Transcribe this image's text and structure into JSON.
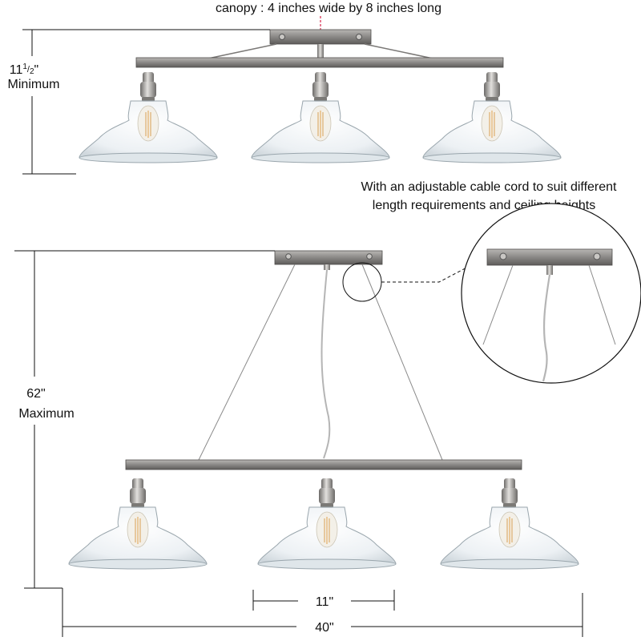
{
  "canopy_note": "canopy : 4 inches wide by 8 inches long",
  "min_height": {
    "value": "11",
    "fraction_num": "1",
    "fraction_den": "2",
    "inch_mark": "\"",
    "label": "Minimum"
  },
  "max_height": {
    "value": "62\"",
    "label": "Maximum"
  },
  "cable_note": [
    "With an adjustable cable cord to suit different",
    "length requirements and ceiling heights"
  ],
  "shade_width": "11\"",
  "total_width": "40\"",
  "colors": {
    "nickel": "#8a8886",
    "nickel_dark": "#5e5c5a",
    "glass": "#e8eef2",
    "line": "#111111",
    "accent": "#d7264a"
  },
  "icons": [
    "pendant-light-icon",
    "canopy-plate-icon",
    "detail-zoom-circle-icon"
  ]
}
